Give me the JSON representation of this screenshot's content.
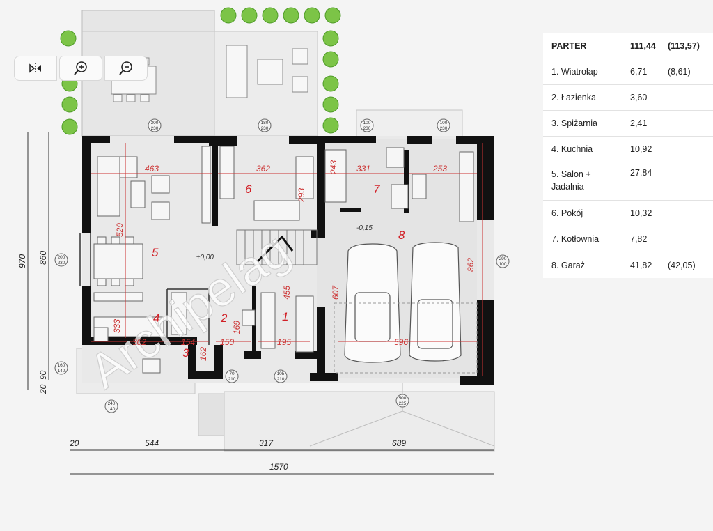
{
  "toolbar": {
    "mirror_label": "",
    "zoom_in_label": "",
    "zoom_out_label": ""
  },
  "table": {
    "header": {
      "name": "PARTER",
      "area": "111,44",
      "area2": "(113,57)"
    },
    "rows": [
      {
        "name": "1. Wiatrołap",
        "area": "6,71",
        "area2": "(8,61)"
      },
      {
        "name": "2. Łazienka",
        "area": "3,60",
        "area2": ""
      },
      {
        "name": "3. Spiżarnia",
        "area": "2,41",
        "area2": ""
      },
      {
        "name": "4. Kuchnia",
        "area": "10,92",
        "area2": ""
      },
      {
        "name": "5. Salon +",
        "name2": "Jadalnia",
        "area": "27,84",
        "area2": ""
      },
      {
        "name": "6. Pokój",
        "area": "10,32",
        "area2": ""
      },
      {
        "name": "7. Kotłownia",
        "area": "7,82",
        "area2": ""
      },
      {
        "name": "8. Garaż",
        "area": "41,82",
        "area2": "(42,05)"
      }
    ]
  },
  "plan": {
    "room_numbers": [
      "1",
      "2",
      "3",
      "4",
      "5",
      "6",
      "7",
      "8"
    ],
    "level_labels": [
      "±0,00",
      "-0,15"
    ],
    "inner_dims": [
      "463",
      "362",
      "331",
      "253",
      "529",
      "293",
      "243",
      "862",
      "607",
      "455",
      "333",
      "169",
      "302",
      "154",
      "162",
      "150",
      "195",
      "596"
    ],
    "window_labels": [
      "300",
      "230",
      "180",
      "230",
      "100",
      "230",
      "100",
      "230",
      "200",
      "230",
      "290",
      "100",
      "160",
      "140",
      "240",
      "140",
      "70",
      "210",
      "105",
      "210",
      "500",
      "225"
    ],
    "outer_dims_bottom": [
      "20",
      "544",
      "317",
      "689",
      "1570"
    ],
    "outer_dims_left": [
      "970",
      "860",
      "90",
      "20"
    ],
    "watermark": "Archipelag"
  }
}
